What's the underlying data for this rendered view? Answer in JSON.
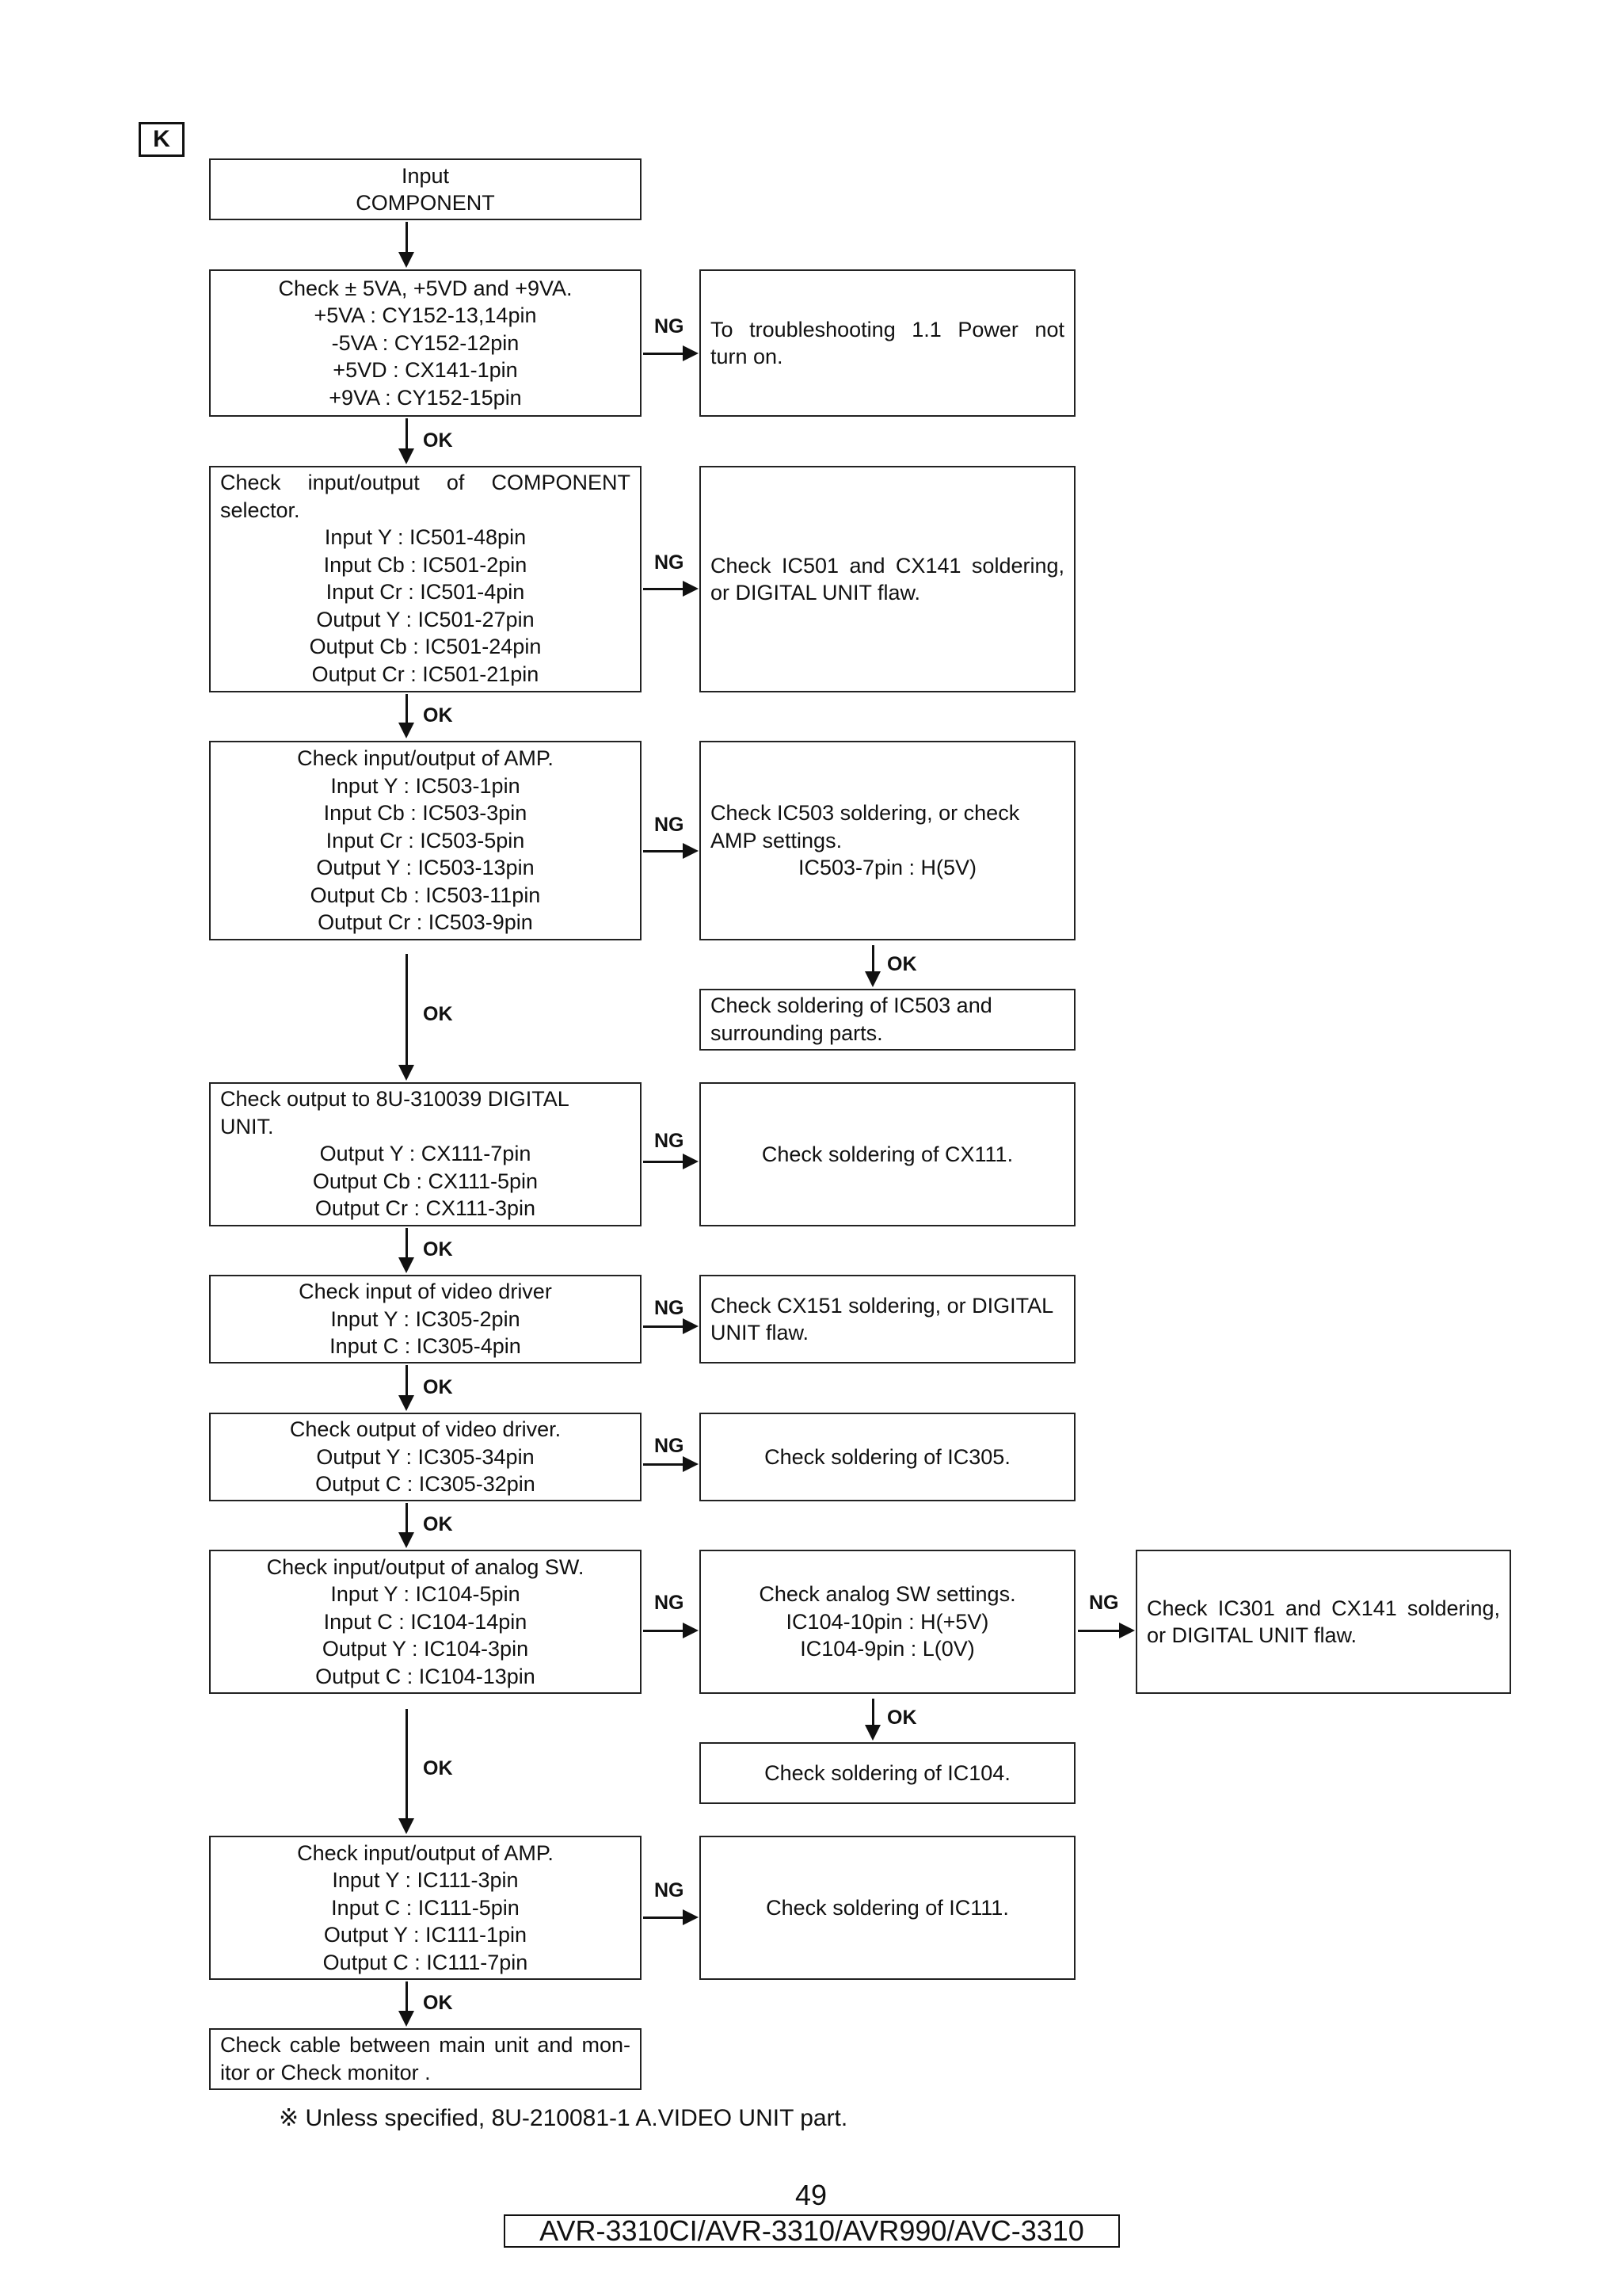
{
  "section_label": "K",
  "boxes": {
    "input": [
      "Input",
      "COMPONENT"
    ],
    "power": [
      "Check ± 5VA, +5VD and +9VA.",
      "+5VA : CY152-13,14pin",
      "-5VA : CY152-12pin",
      "+5VD : CX141-1pin",
      "+9VA : CY152-15pin"
    ],
    "power_ng": [
      "To troubleshooting 1.1 Power not",
      "turn on."
    ],
    "selector": [
      "Check input/output of COMPONENT",
      "selector.",
      "Input Y : IC501-48pin",
      "Input Cb : IC501-2pin",
      "Input Cr : IC501-4pin",
      "Output Y : IC501-27pin",
      "Output Cb : IC501-24pin",
      "Output Cr : IC501-21pin"
    ],
    "selector_ng": [
      "Check IC501 and CX141 soldering,",
      "or DIGITAL UNIT flaw."
    ],
    "amp1": [
      "Check input/output of AMP.",
      "Input Y : IC503-1pin",
      "Input Cb : IC503-3pin",
      "Input Cr : IC503-5pin",
      "Output Y : IC503-13pin",
      "Output Cb : IC503-11pin",
      "Output Cr : IC503-9pin"
    ],
    "amp1_ng": [
      "Check IC503 soldering, or check",
      "AMP settings.",
      "IC503-7pin : H(5V)"
    ],
    "amp1_ok": [
      "Check soldering of IC503 and",
      "surrounding parts."
    ],
    "digital": [
      "Check output to 8U-310039 DIGITAL",
      "UNIT.",
      "Output Y : CX111-7pin",
      "Output Cb : CX111-5pin",
      "Output Cr : CX111-3pin"
    ],
    "digital_ng": [
      "Check soldering of CX111."
    ],
    "driver_in": [
      "Check input of video driver",
      "Input Y : IC305-2pin",
      "Input C : IC305-4pin"
    ],
    "driver_in_ng": [
      "Check CX151 soldering, or DIGITAL",
      "UNIT flaw."
    ],
    "driver_out": [
      "Check output of video driver.",
      "Output Y : IC305-34pin",
      "Output C : IC305-32pin"
    ],
    "driver_out_ng": [
      "Check soldering of IC305."
    ],
    "analog": [
      "Check input/output of analog SW.",
      "Input Y : IC104-5pin",
      "Input C : IC104-14pin",
      "Output Y : IC104-3pin",
      "Output C : IC104-13pin"
    ],
    "analog_ng": [
      "Check analog SW settings.",
      "IC104-10pin : H(+5V)",
      "IC104-9pin : L(0V)"
    ],
    "analog_ng2": [
      "Check IC301 and CX141 soldering,",
      "or DIGITAL UNIT flaw."
    ],
    "analog_ok": [
      "Check soldering of IC104."
    ],
    "amp2": [
      "Check input/output of AMP.",
      "Input Y : IC111-3pin",
      "Input C : IC111-5pin",
      "Output Y : IC111-1pin",
      "Output C : IC111-7pin"
    ],
    "amp2_ng": [
      "Check soldering of IC111."
    ],
    "final": [
      "Check cable between main unit and mon-",
      "itor or Check monitor ."
    ]
  },
  "labels": {
    "ok": "OK",
    "ng": "NG"
  },
  "note": "※  Unless specified, 8U-210081-1 A.VIDEO UNIT part.",
  "page_number": "49",
  "model": "AVR-3310CI/AVR-3310/AVR990/AVC-3310"
}
